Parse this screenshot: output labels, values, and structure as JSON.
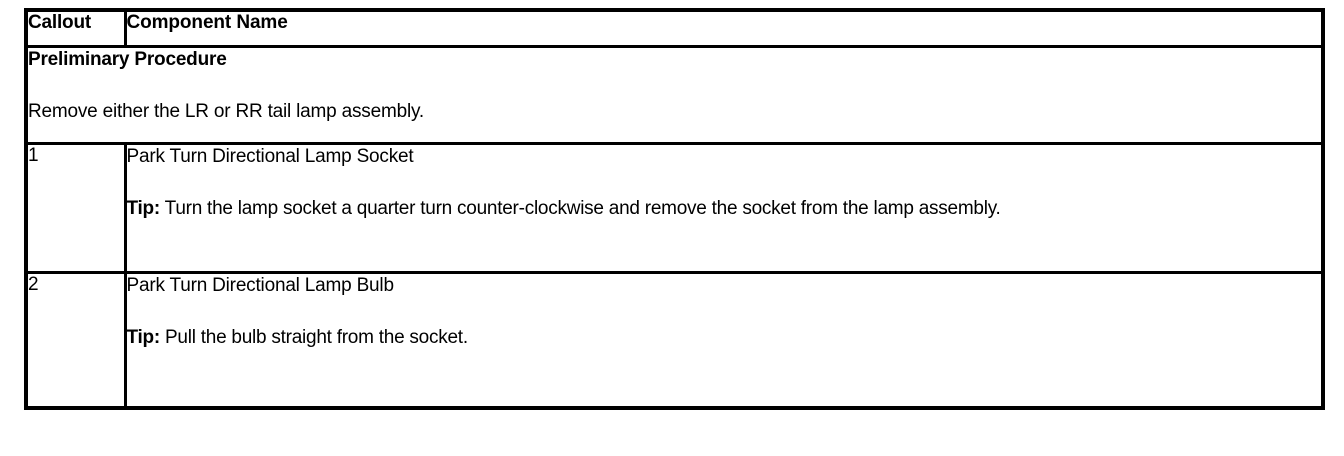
{
  "table": {
    "columns": [
      {
        "key": "callout",
        "header": "Callout",
        "align": "left"
      },
      {
        "key": "component_name",
        "header": "Component Name",
        "align": "center"
      }
    ],
    "preliminary": {
      "title": "Preliminary Procedure",
      "body": "Remove either the LR or RR tail lamp assembly."
    },
    "rows": [
      {
        "callout": "1",
        "component_name": "Park Turn Directional Lamp Socket",
        "tip_label": "Tip:",
        "tip_text": " Turn the lamp socket a quarter turn counter-clockwise and remove the socket from the lamp assembly."
      },
      {
        "callout": "2",
        "component_name": "Park Turn Directional Lamp Bulb",
        "tip_label": "Tip:",
        "tip_text": " Pull the bulb straight from the socket."
      }
    ]
  },
  "colors": {
    "border": "#000000",
    "text": "#000000",
    "background": "#ffffff"
  }
}
